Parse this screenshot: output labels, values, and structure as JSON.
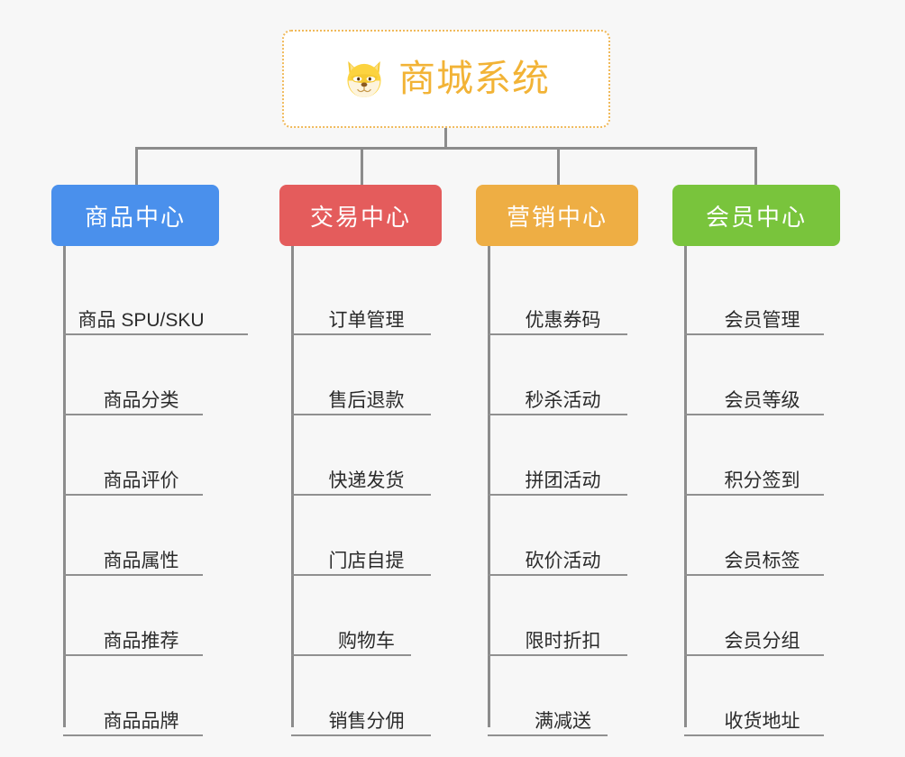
{
  "diagram": {
    "title": "商城系统",
    "root_icon": "shiba-dog-icon",
    "root_border_color": "#f0b95a",
    "root_text_color": "#f2b336",
    "connector_color": "#8c8c8c",
    "background_color": "#f7f7f7",
    "columns": [
      {
        "label": "商品中心",
        "color": "#4a90ec",
        "items": [
          "商品 SPU/SKU",
          "商品分类",
          "商品评价",
          "商品属性",
          "商品推荐",
          "商品品牌"
        ]
      },
      {
        "label": "交易中心",
        "color": "#e45c5c",
        "items": [
          "订单管理",
          "售后退款",
          "快递发货",
          "门店自提",
          "购物车",
          "销售分佣"
        ]
      },
      {
        "label": "营销中心",
        "color": "#eeae44",
        "items": [
          "优惠券码",
          "秒杀活动",
          "拼团活动",
          "砍价活动",
          "限时折扣",
          "满减送"
        ]
      },
      {
        "label": "会员中心",
        "color": "#79c43c",
        "items": [
          "会员管理",
          "会员等级",
          "积分签到",
          "会员标签",
          "会员分组",
          "收货地址"
        ]
      }
    ]
  }
}
